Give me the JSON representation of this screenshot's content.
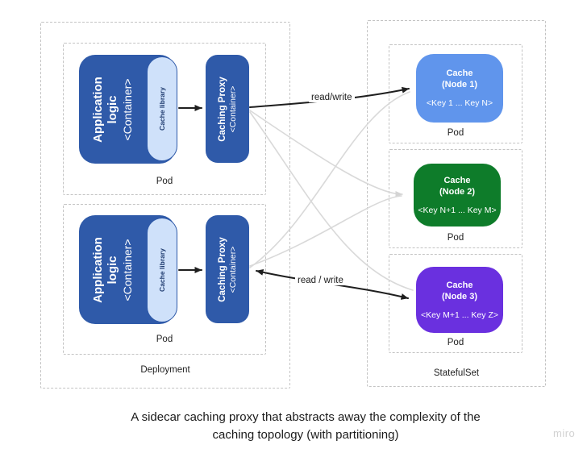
{
  "deployment": {
    "label": "Deployment",
    "pods": [
      {
        "pod_label": "Pod",
        "app": {
          "title": "Application logic",
          "subtitle": "<Container>",
          "library": "Cache library"
        },
        "proxy": {
          "title": "Caching Proxy",
          "subtitle": "<Container>"
        }
      },
      {
        "pod_label": "Pod",
        "app": {
          "title": "Application logic",
          "subtitle": "<Container>",
          "library": "Cache library"
        },
        "proxy": {
          "title": "Caching Proxy",
          "subtitle": "<Container>"
        }
      }
    ]
  },
  "statefulset": {
    "label": "StatefulSet",
    "pods": [
      {
        "pod_label": "Pod",
        "cache": {
          "title": "Cache",
          "node": "(Node 1)",
          "keys": "<Key 1 ... Key N>",
          "color": "#6095ec"
        }
      },
      {
        "pod_label": "Pod",
        "cache": {
          "title": "Cache",
          "node": "(Node 2)",
          "keys": "<Key N+1 ... Key M>",
          "color": "#0e7c2a"
        }
      },
      {
        "pod_label": "Pod",
        "cache": {
          "title": "Cache",
          "node": "(Node 3)",
          "keys": "<Key M+1 ... Key Z>",
          "color": "#6a30df"
        }
      }
    ]
  },
  "edges": {
    "top_label": "read/write",
    "bottom_label": "read / write"
  },
  "caption": {
    "line1": "A sidecar caching proxy that abstracts away the complexity of the",
    "line2": "caching topology (with partitioning)"
  },
  "watermark": "miro",
  "colors": {
    "container_blue": "#2f5aa9",
    "library_fill": "#cfe1fa",
    "cache_node1": "#6095ec",
    "cache_node2": "#0e7c2a",
    "cache_node3": "#6a30df",
    "edge_black": "#1f1f1f",
    "edge_gray": "#d9d9d9",
    "dashed_border": "#c3c3c3"
  }
}
